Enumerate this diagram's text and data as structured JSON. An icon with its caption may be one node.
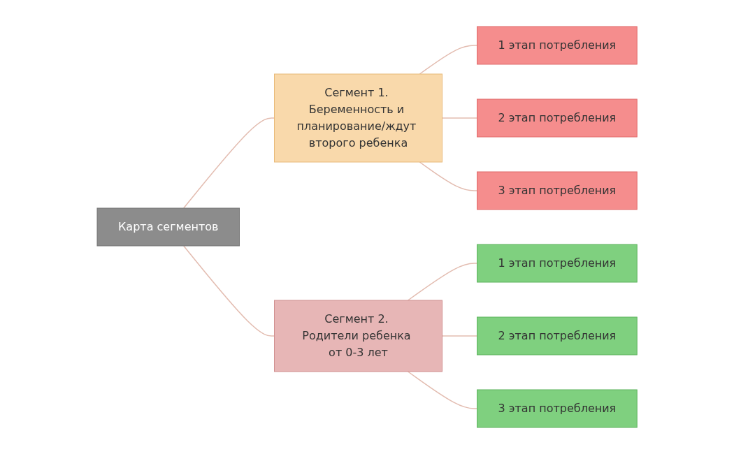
{
  "diagram": {
    "nodes": [
      {
        "text": [
          "Карта сегментов"
        ]
      },
      {
        "text": [
          "Сегмент 1. Беременность и планирование/ждут второго ребенка"
        ]
      },
      {
        "text": [
          "Сегмент 2. Родители ребенка от 0-3 лет"
        ]
      },
      {
        "text": [
          "1 этап потребления"
        ]
      },
      {
        "text": [
          "2 этап потребления"
        ]
      },
      {
        "text": [
          "3 этап потребления"
        ]
      },
      {
        "text": [
          "1 этап потребления"
        ]
      },
      {
        "text": [
          "2 этап потребления"
        ]
      },
      {
        "text": [
          "3 этап потребления"
        ]
      }
    ],
    "edges": [
      {
        "from": 0,
        "to": 1,
        "arrow": "none"
      },
      {
        "from": 0,
        "to": 2,
        "arrow": "none"
      },
      {
        "from": 1,
        "to": 3,
        "arrow": "none"
      },
      {
        "from": 1,
        "to": 4,
        "arrow": "none"
      },
      {
        "from": 1,
        "to": 5,
        "arrow": "none"
      },
      {
        "from": 2,
        "to": 6,
        "arrow": "none"
      },
      {
        "from": 2,
        "to": 7,
        "arrow": "none"
      },
      {
        "from": 2,
        "to": 8,
        "arrow": "none"
      }
    ]
  }
}
